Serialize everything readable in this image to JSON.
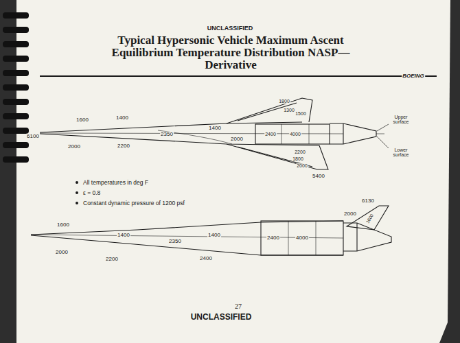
{
  "diagram": {
    "title": "Typical Hypersonic Vehicle Maximum Ascent Equilibrium Temperature Distribution NASP—Derivative",
    "labels": [
      "UNCLASSIFIED",
      "BOEING",
      "1600",
      "1400",
      "6100",
      "2000",
      "2200",
      "2350",
      "1400",
      "2000",
      "1800",
      "1300",
      "1500",
      "2400",
      "4000",
      "2200",
      "1800",
      "2000",
      "5400",
      "Upper surface",
      "Lower surface",
      "All temperatures in deg F",
      "ε = 0.8",
      "Constant dynamic pressure of 1200 psf",
      "6130",
      "2000",
      "1600",
      "1600",
      "1400",
      "2000",
      "2200",
      "2350",
      "1400",
      "2400",
      "4000",
      "2400",
      "27",
      "UNCLASSIFIED"
    ]
  }
}
